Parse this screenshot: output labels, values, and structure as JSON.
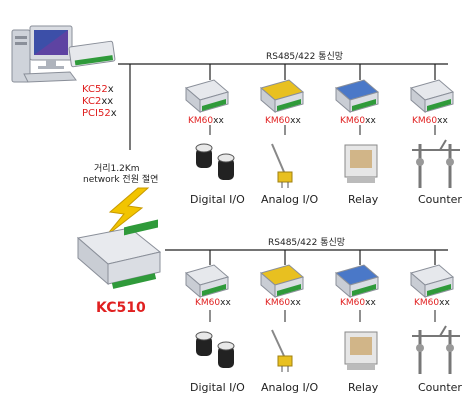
{
  "bus_label": "RS485/422 통신망",
  "host_models": [
    {
      "prefix": "KC52",
      "suffix": "x"
    },
    {
      "prefix": "KC2",
      "suffix": "xx"
    },
    {
      "prefix": "PCI52",
      "suffix": "x"
    }
  ],
  "distance_text": {
    "line1": "거리1.2Km",
    "line2": "network 전원 절연"
  },
  "gateway_label": "KC510",
  "module_label": {
    "prefix": "KM60",
    "suffix": "xx"
  },
  "device_labels": [
    "Digital I/O",
    "Analog I/O",
    "Relay",
    "Counter"
  ],
  "colors": {
    "accent_red": "#e02020",
    "module_green": "#2f9a3a",
    "module_yellow": "#e8c020",
    "module_blue": "#4a78c8",
    "lightning": "#f2c400"
  }
}
